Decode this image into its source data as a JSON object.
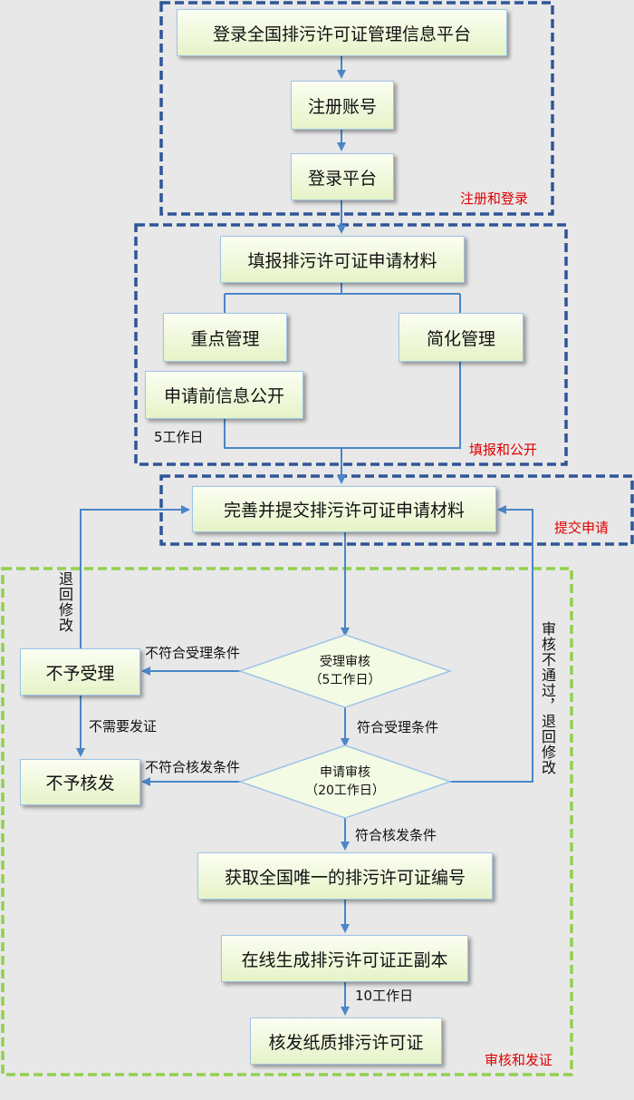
{
  "groups": {
    "register_login": "注册和登录",
    "fill_publish": "填报和公开",
    "submit": "提交申请",
    "review_issue": "审核和发证"
  },
  "steps": {
    "login_platform": "登录全国排污许可证管理信息平台",
    "register": "注册账号",
    "login": "登录平台",
    "fill": "填报排污许可证申请材料",
    "key_mgmt": "重点管理",
    "simple_mgmt": "简化管理",
    "pre_disclosure": "申请前信息公开",
    "submit": "完善并提交排污许可证申请材料",
    "not_accepted": "不予受理",
    "not_issued": "不予核发",
    "get_number": "获取全国唯一的排污许可证编号",
    "generate": "在线生成排污许可证正副本",
    "issue_paper": "核发纸质排污许可证"
  },
  "decisions": {
    "acceptance": {
      "line1": "受理审核",
      "line2": "（5工作日）"
    },
    "application": {
      "line1": "申请审核",
      "line2": "（20工作日）"
    }
  },
  "labels": {
    "five_days": "5工作日",
    "return_modify": "退回修改",
    "not_meet_accept": "不符合受理条件",
    "no_need": "不需要发证",
    "not_meet_issue": "不符合核发条件",
    "meet_accept": "符合受理条件",
    "meet_issue": "符合核发条件",
    "review_failed": "审核不通过，退回修改",
    "ten_days": "10工作日"
  },
  "colors": {
    "blue_group_border": "#2f5597",
    "green_group_border": "#92d050",
    "arrow": "#4a86c8",
    "group_label": "#e00000"
  }
}
